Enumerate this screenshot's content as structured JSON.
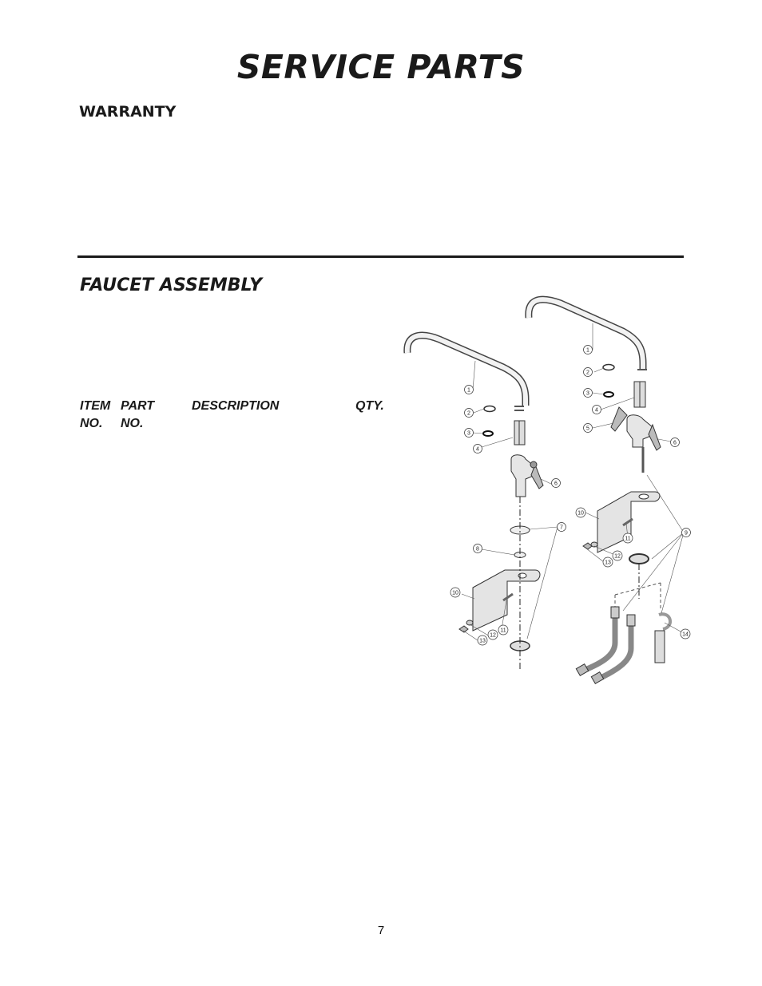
{
  "header": {
    "title": "SERVICE PARTS"
  },
  "warranty": {
    "heading": "WARRANTY"
  },
  "faucet": {
    "heading": "FAUCET ASSEMBLY",
    "columns": {
      "item": [
        "ITEM",
        "NO."
      ],
      "part": [
        "PART",
        "NO."
      ],
      "description": "DESCRIPTION",
      "qty": "QTY."
    }
  },
  "diagram": {
    "left_callouts": [
      "1",
      "2",
      "3",
      "4",
      "6",
      "7",
      "8",
      "10",
      "11",
      "12",
      "13"
    ],
    "right_callouts": [
      "1",
      "2",
      "3",
      "4",
      "5",
      "6",
      "10",
      "11",
      "12",
      "13",
      "9",
      "14"
    ]
  },
  "footer": {
    "page_number": "7"
  }
}
